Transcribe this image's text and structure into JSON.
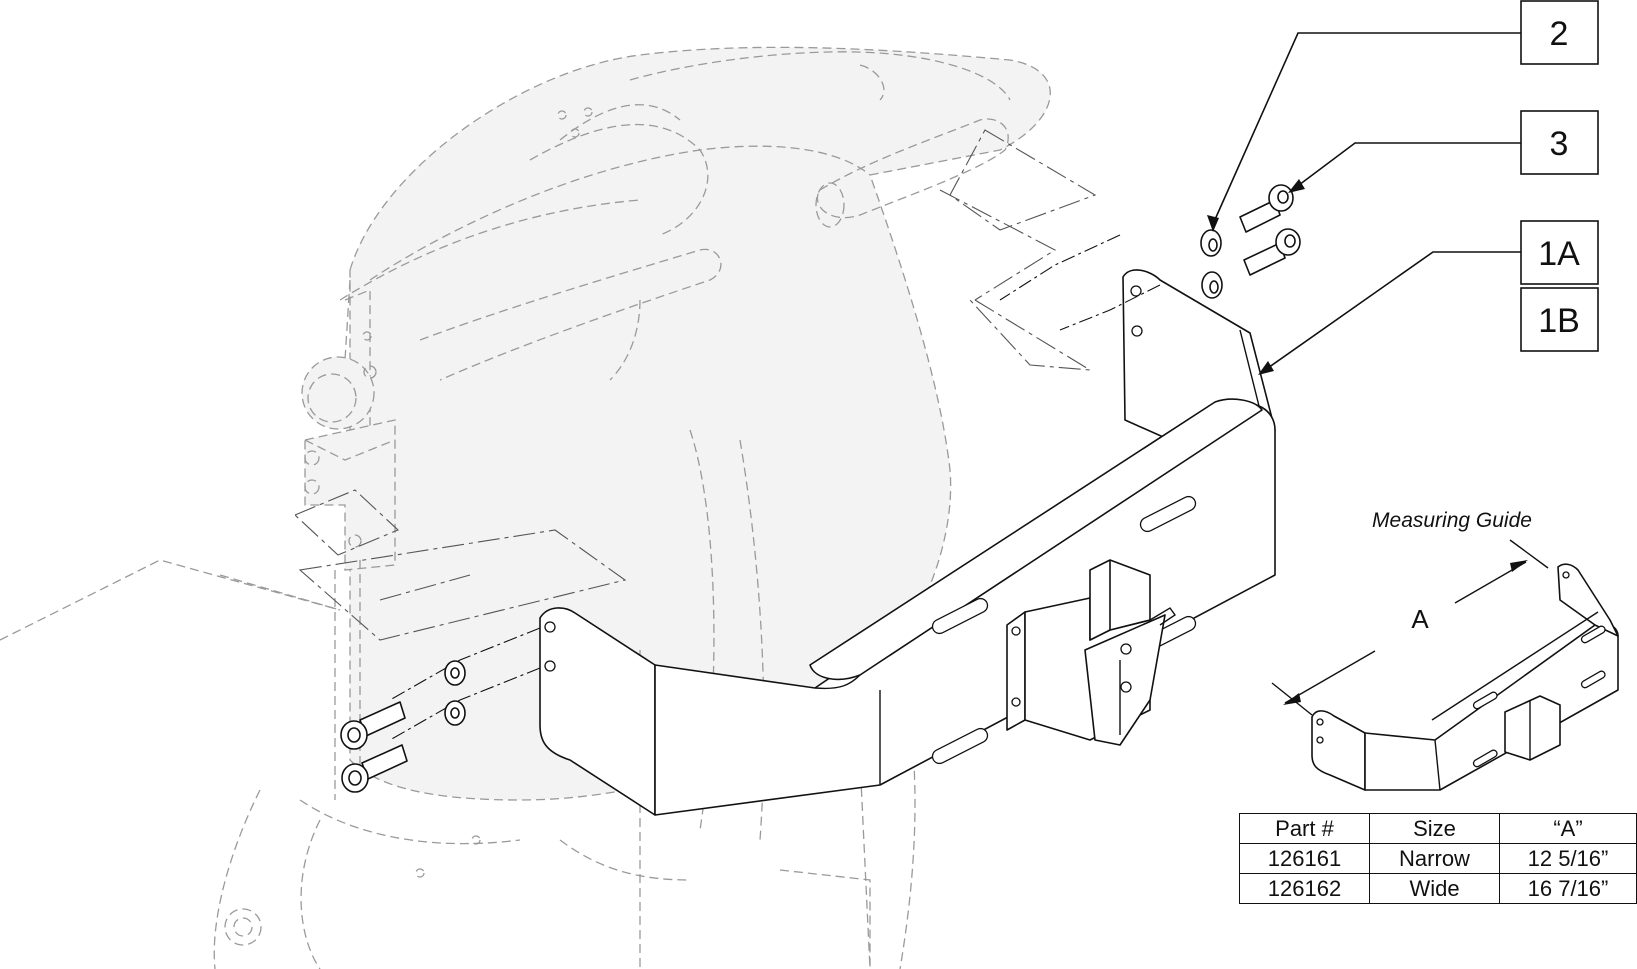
{
  "callouts": [
    {
      "id": "2",
      "label": "2"
    },
    {
      "id": "3",
      "label": "3"
    },
    {
      "id": "1A",
      "label": "1A"
    },
    {
      "id": "1B",
      "label": "1B"
    }
  ],
  "measuring_guide": {
    "title": "Measuring Guide",
    "dimension_label": "A"
  },
  "parts_table": {
    "headers": [
      "Part #",
      "Size",
      "“A”"
    ],
    "rows": [
      [
        "126161",
        "Narrow",
        "12 5/16”"
      ],
      [
        "126162",
        "Wide",
        "16 7/16”"
      ]
    ]
  },
  "icons": [
    "bracket-assembly",
    "socket-head-screw-icon",
    "washer-icon",
    "ghost-chair-frame"
  ]
}
